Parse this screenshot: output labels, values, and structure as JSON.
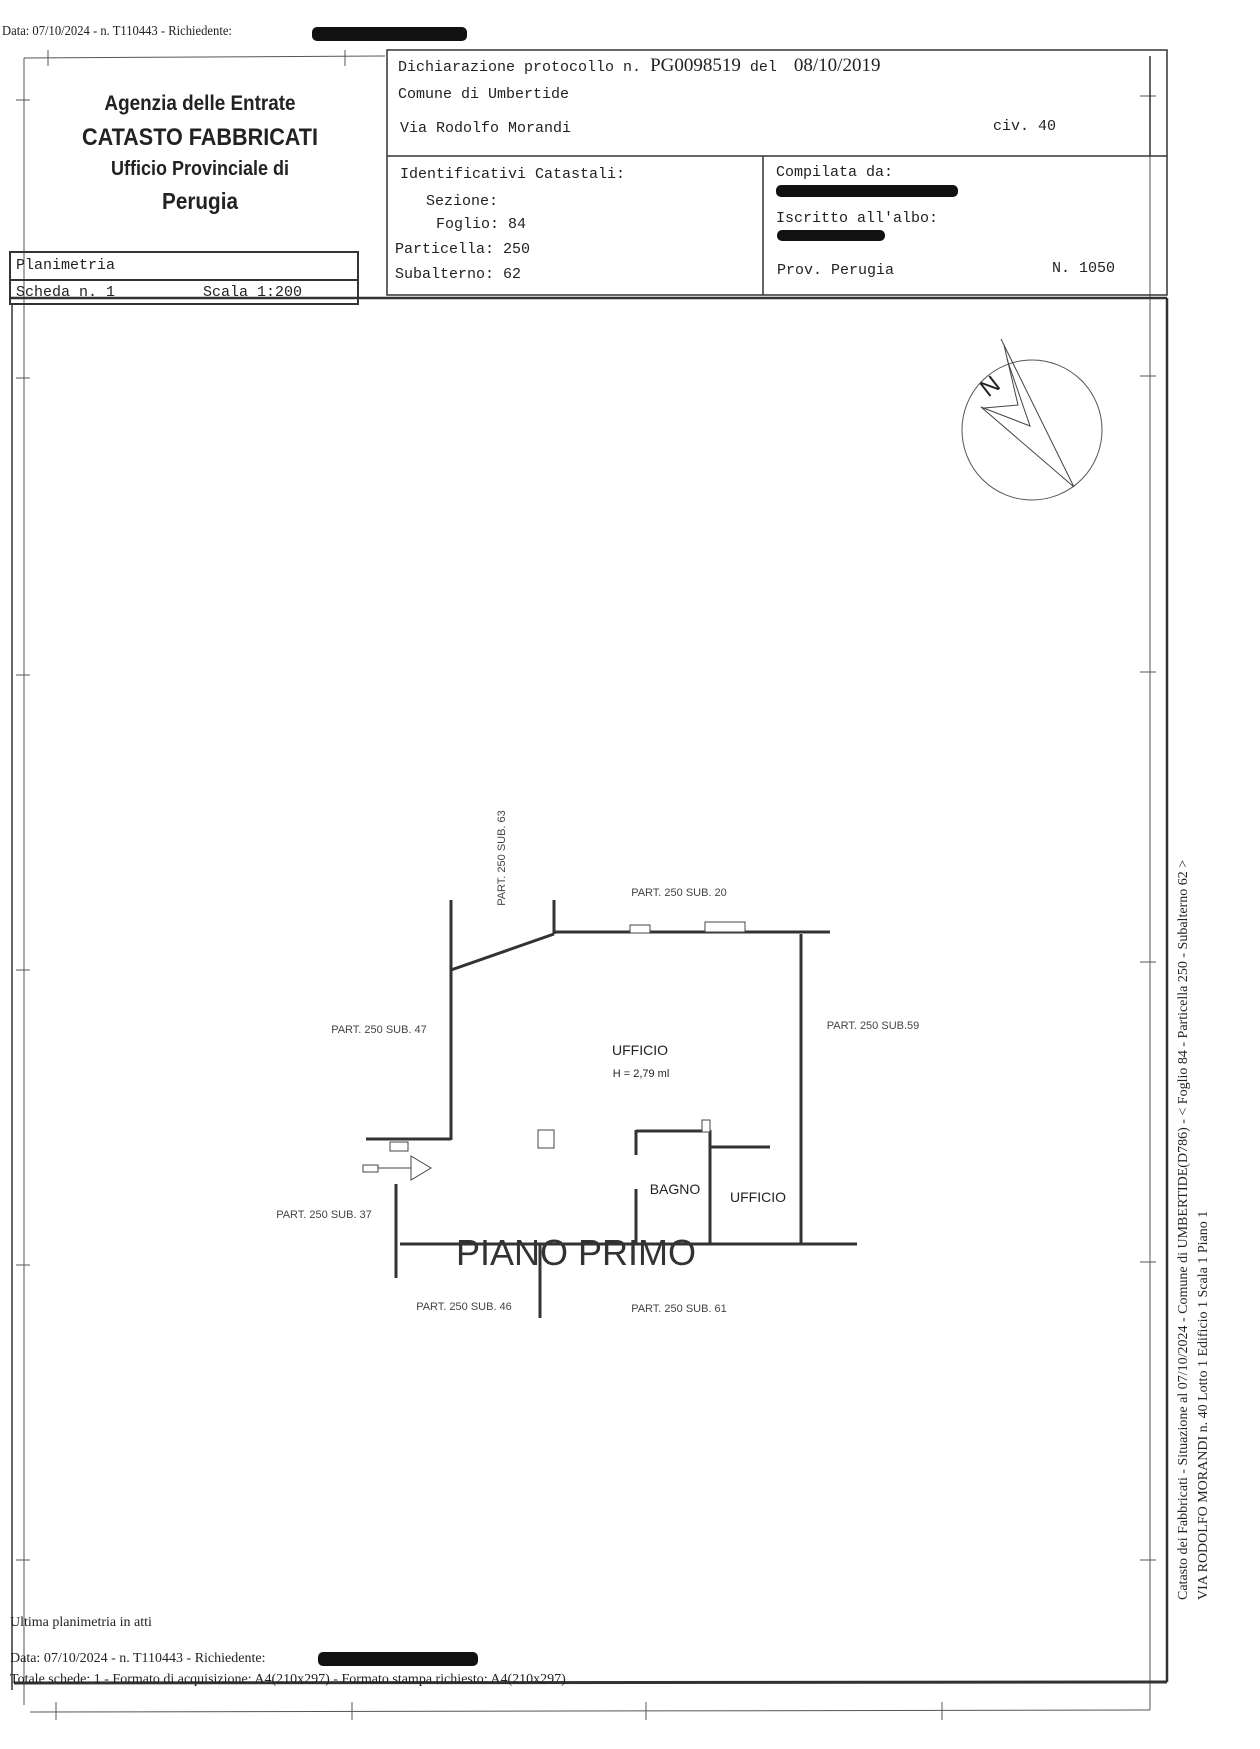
{
  "top_header": {
    "text": "Data: 07/10/2024 - n. T110443 - Richiedente:"
  },
  "agency": {
    "line1": "Agenzia delle Entrate",
    "line2": "CATASTO FABBRICATI",
    "line3": "Ufficio Provinciale di",
    "line4": "Perugia"
  },
  "sheet": {
    "type": "Planimetria",
    "scheda": "Scheda n. 1",
    "scala": "Scala 1:200"
  },
  "declaration": {
    "prefix": "Dichiarazione protocollo n.",
    "protocol": "PG0098519",
    "del_label": "del",
    "date": "08/10/2019",
    "comune": "Comune di Umbertide",
    "address": "Via Rodolfo Morandi",
    "civico": "civ. 40"
  },
  "identifiers": {
    "heading": "Identificativi Catastali:",
    "sezione": "Sezione:",
    "foglio": "Foglio: 84",
    "particella": "Particella: 250",
    "subalterno": "Subalterno: 62"
  },
  "compiler": {
    "compilata_label": "Compilata da:",
    "albo_label": "Iscritto all'albo:",
    "prov": "Prov. Perugia",
    "number": "N. 1050"
  },
  "plan": {
    "labels": {
      "sub63": "PART. 250 SUB. 63",
      "sub20": "PART. 250 SUB. 20",
      "sub47": "PART. 250 SUB. 47",
      "sub59": "PART. 250 SUB.59",
      "sub37": "PART. 250 SUB. 37",
      "sub46": "PART. 250 SUB. 46",
      "sub61": "PART. 250 SUB. 61"
    },
    "rooms": {
      "main": "UFFICIO",
      "height": "H = 2,79 ml",
      "bath": "BAGNO",
      "office2": "UFFICIO"
    },
    "floor_title": "PIANO PRIMO",
    "north": "N"
  },
  "side_text": {
    "line1": "Catasto dei Fabbricati - Situazione al 07/10/2024 - Comune di UMBERTIDE(D786) - < Foglio 84 - Particella 250 - Subalterno 62 >",
    "line2": "VIA RODOLFO MORANDI n. 40 Lotto 1 Edificio 1 Scala 1 Piano 1"
  },
  "footer": {
    "last": "Ultima planimetria in atti",
    "data": "Data: 07/10/2024 - n. T110443 - Richiedente:",
    "totale": "Totale schede: 1 - Formato di acquisizione: A4(210x297)  - Formato stampa richiesto: A4(210x297)"
  }
}
